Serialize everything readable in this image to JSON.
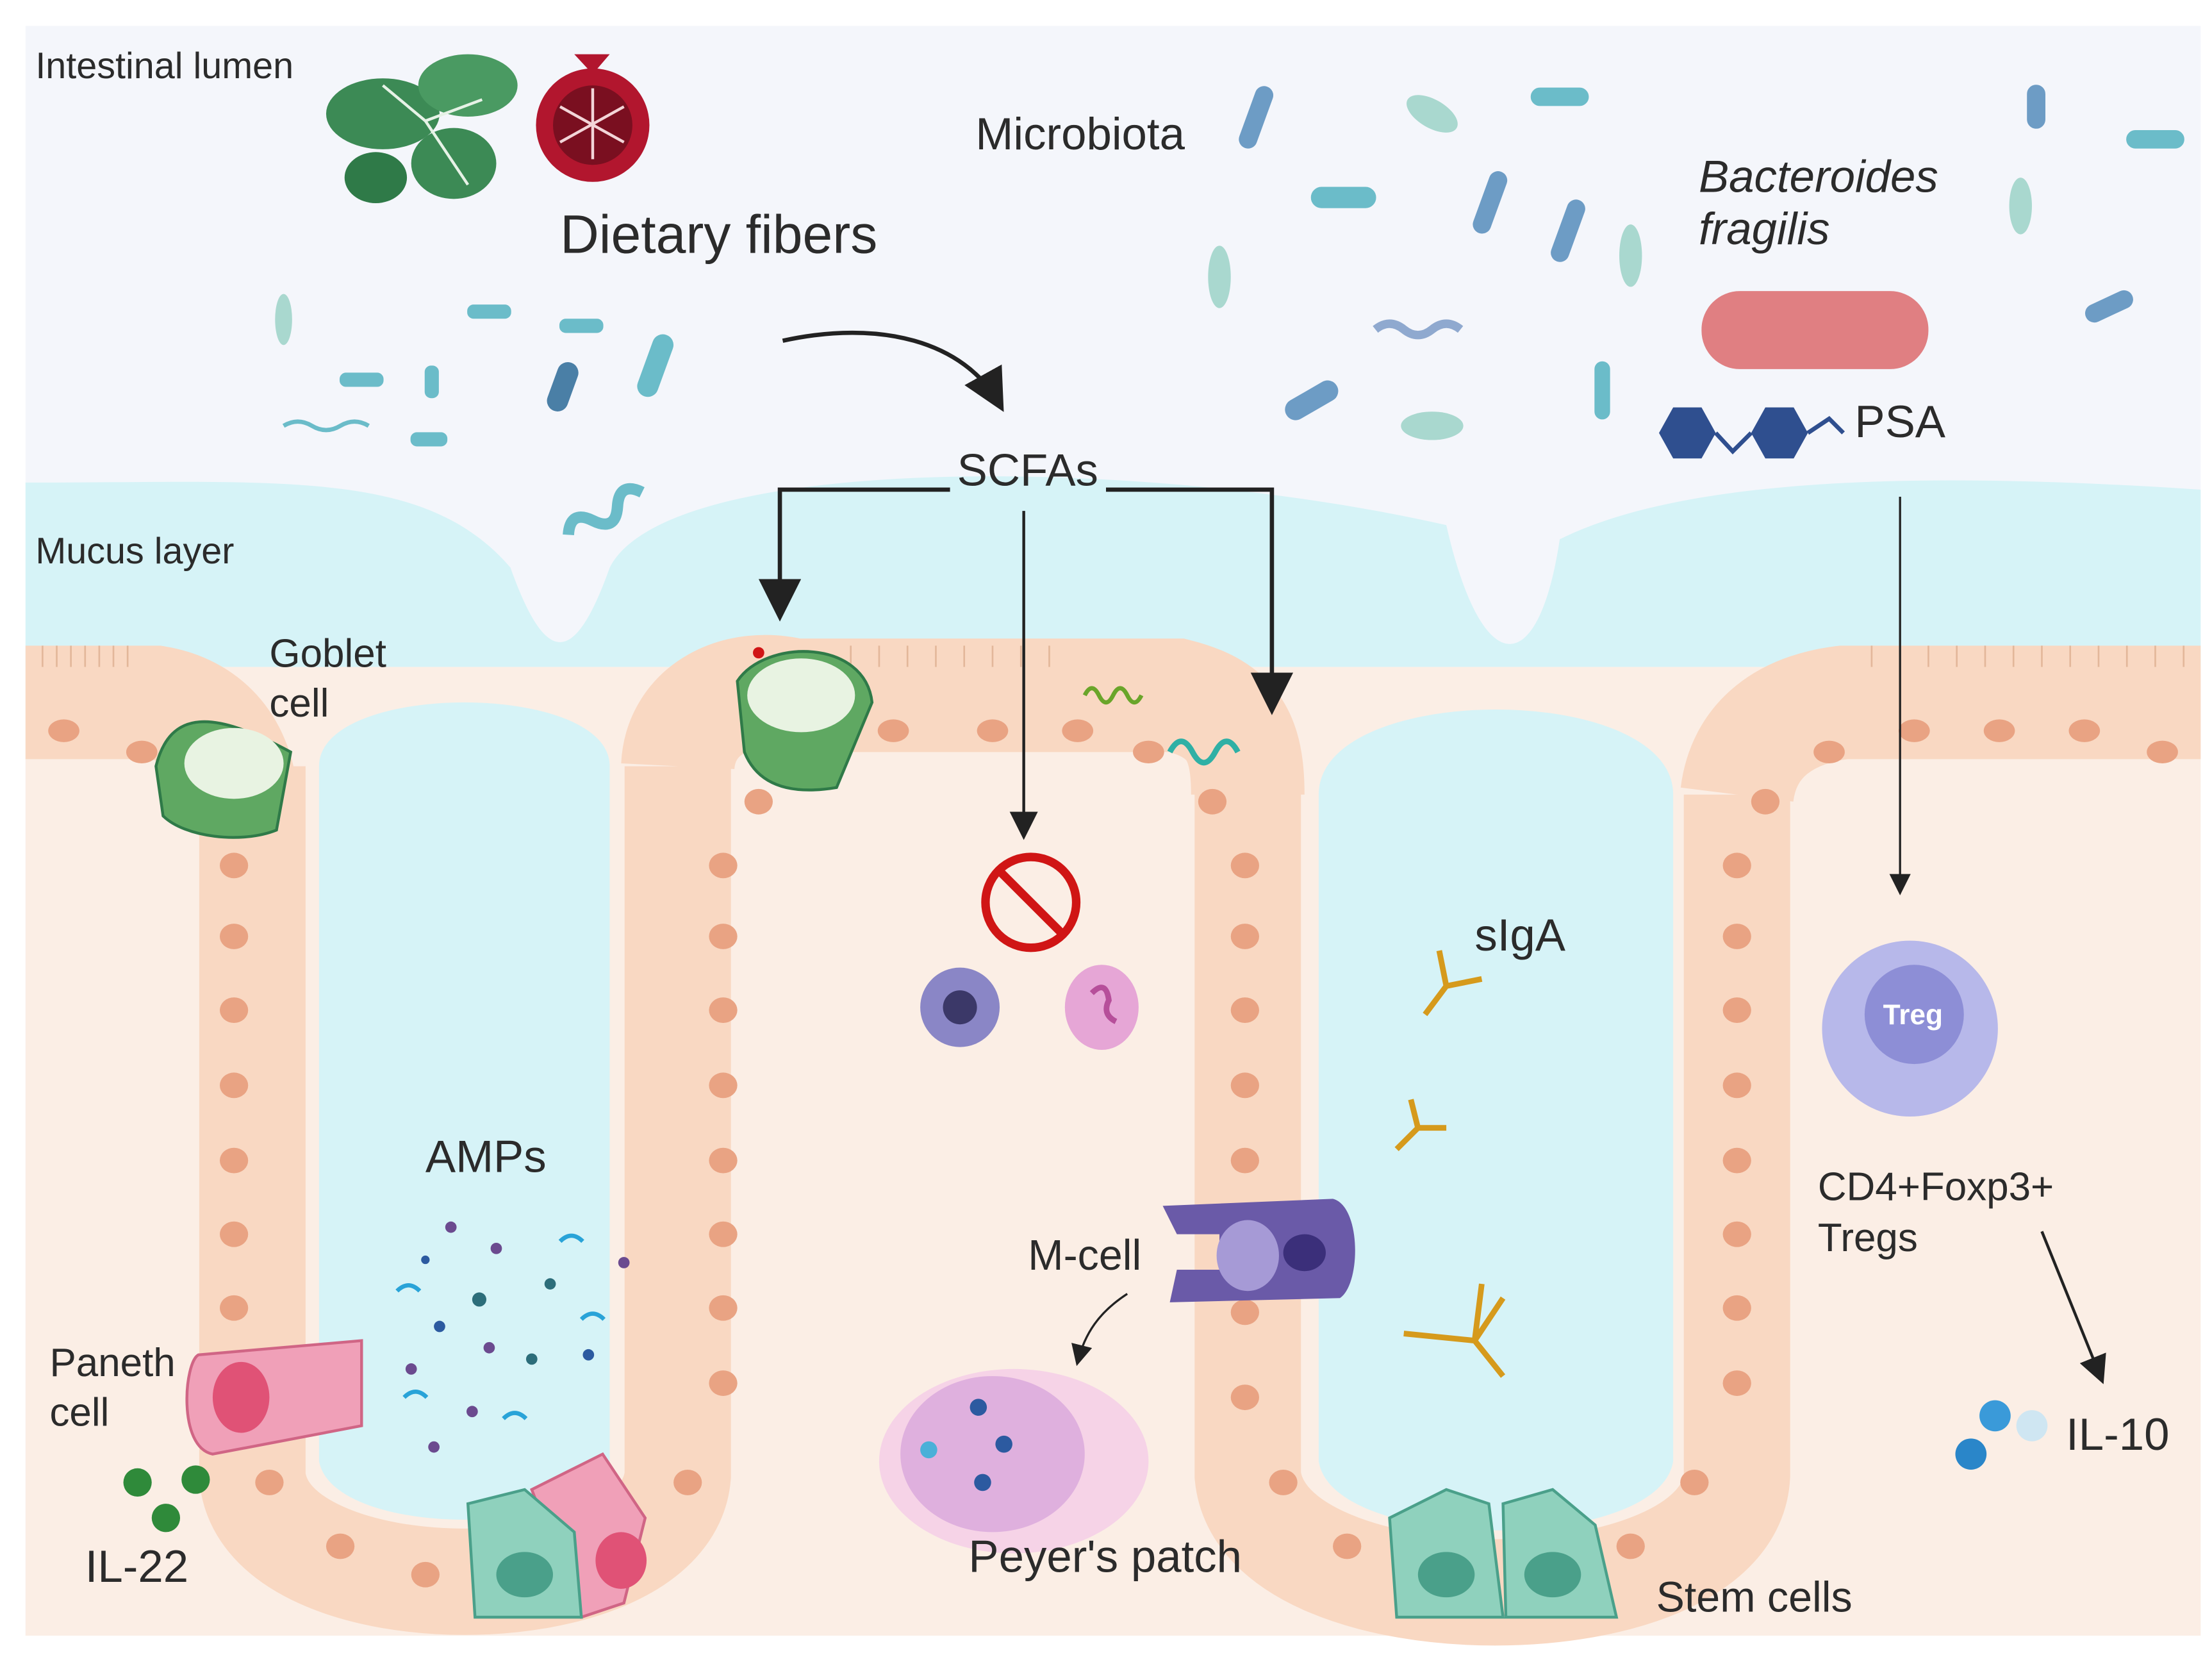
{
  "labels": {
    "lumen": "Intestinal lumen",
    "microbiota": "Microbiota",
    "dietary_fibers": "Dietary fibers",
    "bacteroides_1": "Bacteroides",
    "bacteroides_2": "fragilis",
    "psa": "PSA",
    "scfas": "SCFAs",
    "mucus": "Mucus layer",
    "goblet_1": "Goblet",
    "goblet_2": "cell",
    "siga": "sIgA",
    "amps": "AMPs",
    "mcell": "M-cell",
    "paneth_1": "Paneth",
    "paneth_2": "cell",
    "il22": "IL-22",
    "peyers": "Peyer's patch",
    "stem": "Stem cells",
    "treg": "Treg",
    "cd4_1": "CD4+Foxp3+",
    "cd4_2": "Tregs",
    "il10": "IL-10"
  },
  "colors": {
    "lumen_bg": "#f4f6fb",
    "mucus": "#d6f3f7",
    "epithelium": "#f9d8c2",
    "nucleus": "#e9a383",
    "goblet": "#5fa862",
    "paneth": "#f0a0b8",
    "stem": "#8fd1bd",
    "mcell": "#6a5aa8",
    "treg": "#b7b8ea",
    "bacteria": "#6bbcc9",
    "bacteroides": "#e07f82",
    "psa": "#2f4f8f",
    "antibody": "#d69a1c"
  },
  "icons": [
    "kale-icon",
    "pomegranate-icon",
    "bacteria-icon",
    "prohibit-icon",
    "dendritic-cell-icon",
    "neutrophil-icon",
    "antibody-icon",
    "treg-cell-icon",
    "cytokine-icon"
  ]
}
